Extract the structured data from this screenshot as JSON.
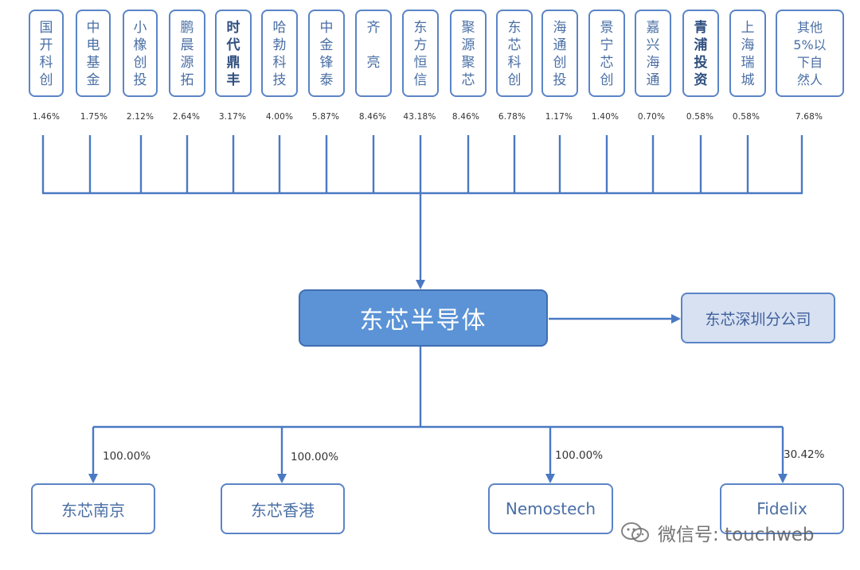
{
  "shareholders": [
    {
      "name": "国\n开\n科\n创",
      "pct": "1.46%"
    },
    {
      "name": "中\n电\n基\n金",
      "pct": "1.75%"
    },
    {
      "name": "小\n橡\n创\n投",
      "pct": "2.12%"
    },
    {
      "name": "鹏\n晨\n源\n拓",
      "pct": "2.64%"
    },
    {
      "name": "时\n代\n鼎\n丰",
      "pct": "3.17%"
    },
    {
      "name": "哈\n勃\n科\n技",
      "pct": "4.00%"
    },
    {
      "name": "中\n金\n锋\n泰",
      "pct": "5.87%"
    },
    {
      "name": "齐\n\n亮",
      "pct": "8.46%"
    },
    {
      "name": "东\n方\n恒\n信",
      "pct": "43.18%"
    },
    {
      "name": "聚\n源\n聚\n芯",
      "pct": "8.46%"
    },
    {
      "name": "东\n芯\n科\n创",
      "pct": "6.78%"
    },
    {
      "name": "海\n通\n创\n投",
      "pct": "1.17%"
    },
    {
      "name": "景\n宁\n芯\n创",
      "pct": "1.40%"
    },
    {
      "name": "嘉\n兴\n海\n通",
      "pct": "0.70%"
    },
    {
      "name": "青\n浦\n投\n资",
      "pct": "0.58%"
    },
    {
      "name": "上\n海\n瑞\n城",
      "pct": "0.58%"
    },
    {
      "name": "其他\n5%以\n下自\n然人",
      "pct": "7.68%"
    }
  ],
  "main_company": "东芯半导体",
  "branch": "东芯深圳分公司",
  "subsidiaries": [
    {
      "name": "东芯南京",
      "pct": "100.00%"
    },
    {
      "name": "东芯香港",
      "pct": "100.00%"
    },
    {
      "name": "Nemostech",
      "pct": "100.00%"
    },
    {
      "name": "Fidelix",
      "pct": "30.42%"
    }
  ],
  "watermark": "微信号: touchweb",
  "colors": {
    "line": "#4a79c3",
    "main_fill": "#5b93d6",
    "branch_fill": "#d7e1f2",
    "box_border": "#5b84c6"
  }
}
